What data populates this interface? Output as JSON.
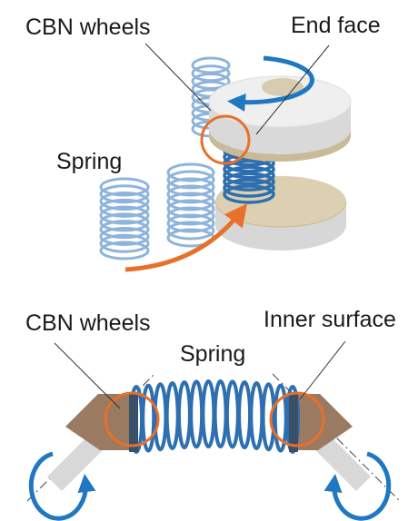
{
  "top_figure": {
    "labels": {
      "cbn_wheels": "CBN wheels",
      "end_face": "End face",
      "spring": "Spring"
    }
  },
  "bottom_figure": {
    "labels": {
      "cbn_wheels": "CBN wheels",
      "inner_surface": "Inner surface",
      "spring": "Spring"
    }
  },
  "colors": {
    "spring_blue": "#8fb4dc",
    "spring_dark_blue": "#2e6fb0",
    "rotation_arrow": "#1f78c1",
    "feed_arrow": "#e8702a",
    "highlight_circle": "#e8702a",
    "wheel_face": "#ebebeb",
    "wheel_tan": "#d8ccb0",
    "grinder_brown": "#9b7a62"
  },
  "icons": {
    "rotation": "curved-arrow-icon",
    "feed": "feed-arrow-icon",
    "highlight": "circle-highlight-icon"
  }
}
